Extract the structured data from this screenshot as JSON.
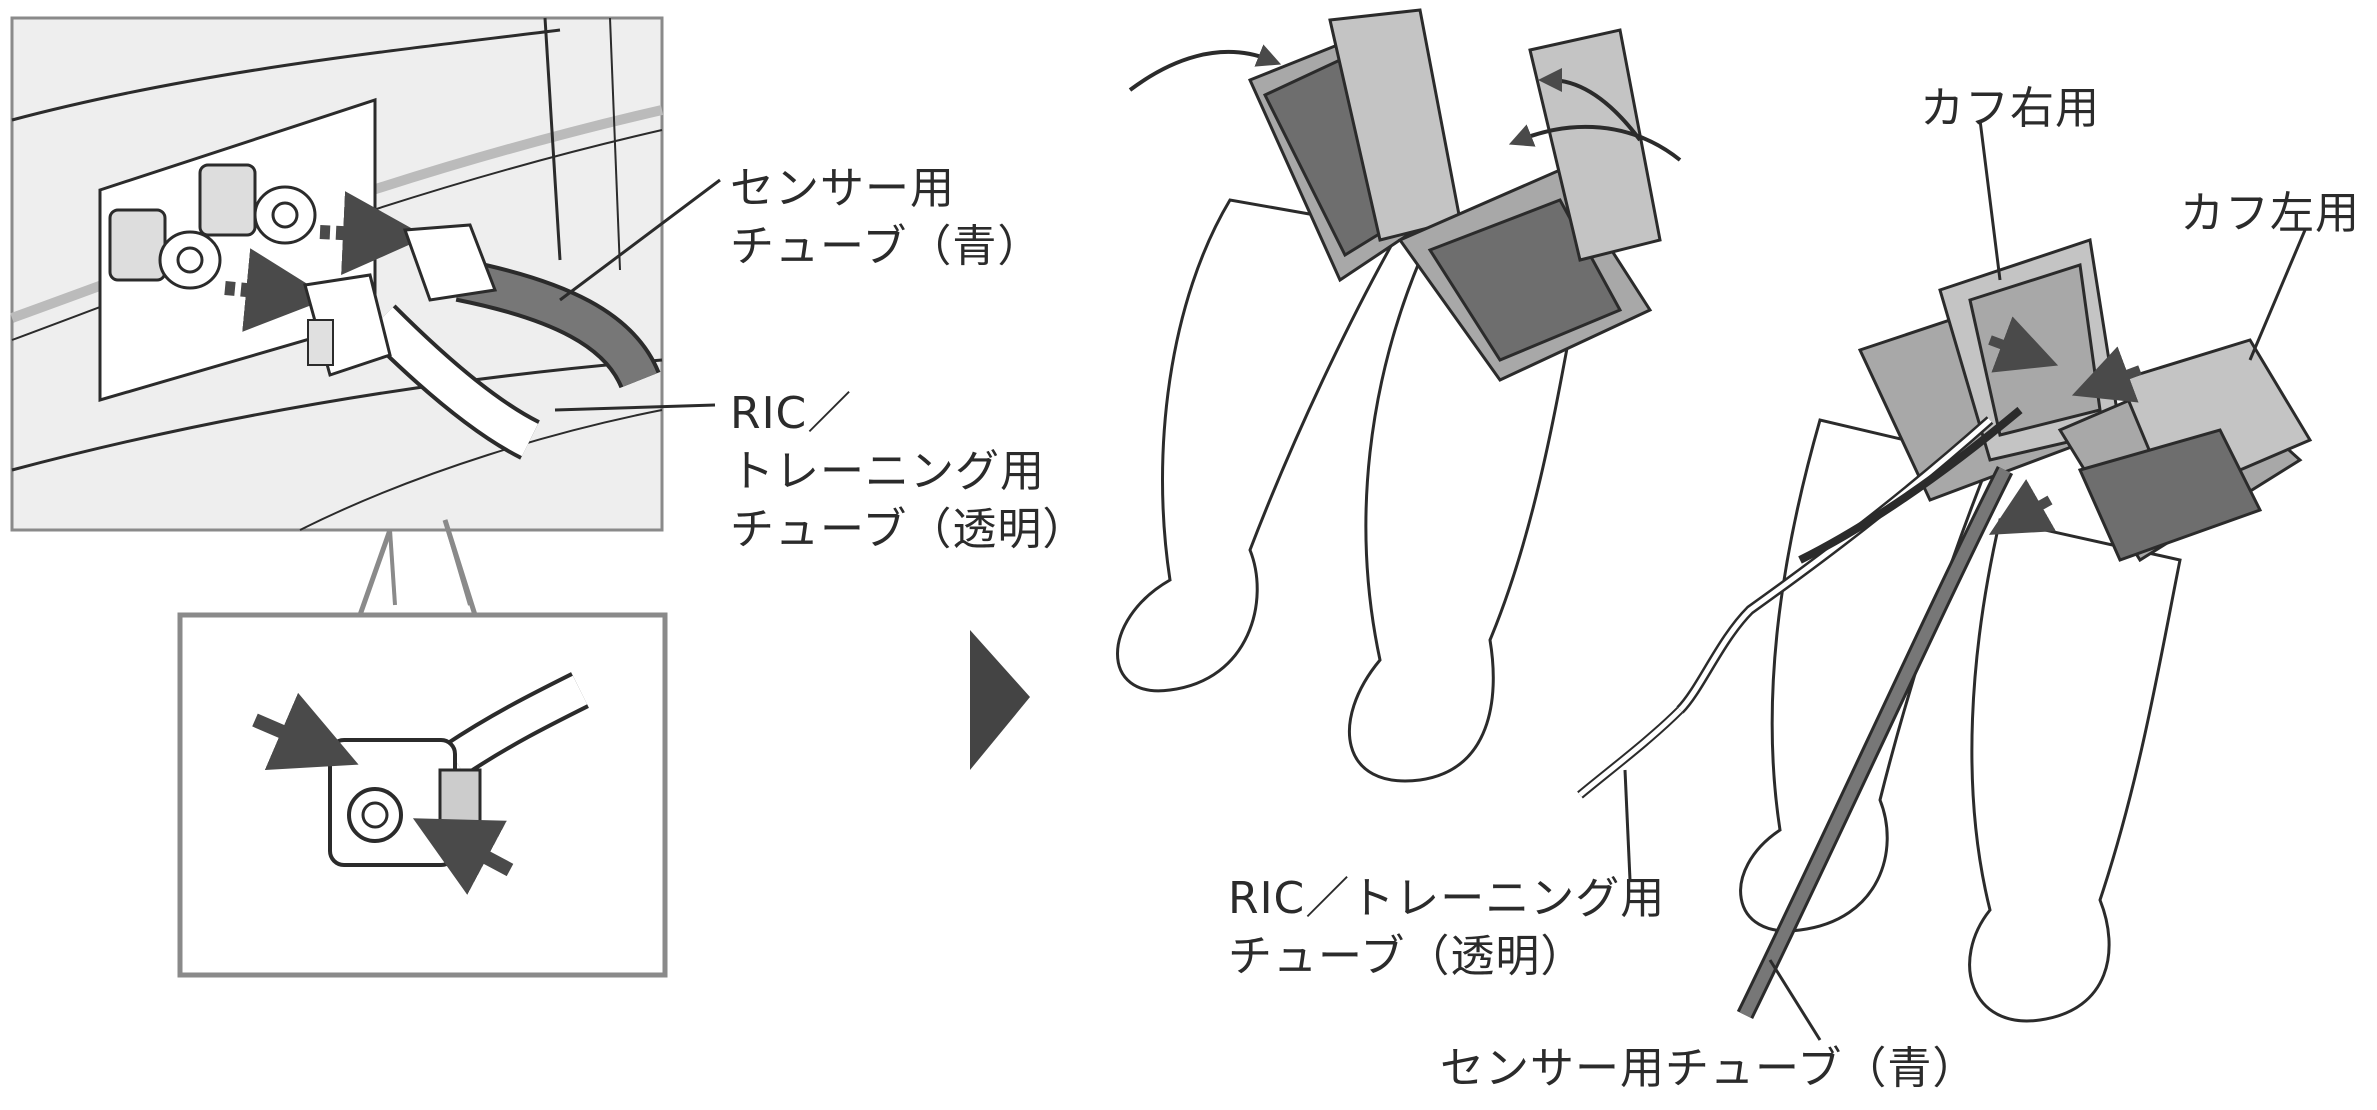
{
  "labels": {
    "sensor_tube_top": [
      "センサー用",
      "チューブ（青）"
    ],
    "ric_tube_top": [
      "RIC／",
      "トレーニング用",
      "チューブ（透明）"
    ],
    "cuff_right": "カフ右用",
    "cuff_left": "カフ左用",
    "ric_tube_bottom": [
      "RIC／トレーニング用",
      "チューブ（透明）"
    ],
    "sensor_tube_bottom": "センサー用チューブ（青）"
  },
  "colors": {
    "line": "#2b2b2b",
    "panel_fill": "#eeeeee",
    "frame": "#8a8a8a",
    "cuff_dark": "#6e6e6e",
    "cuff_mid": "#a8a8a8",
    "cuff_light": "#c4c4c4",
    "blue_tube": "#777777",
    "arrow": "#4a4a4a"
  },
  "icons": [
    "arrow-right-icon"
  ]
}
